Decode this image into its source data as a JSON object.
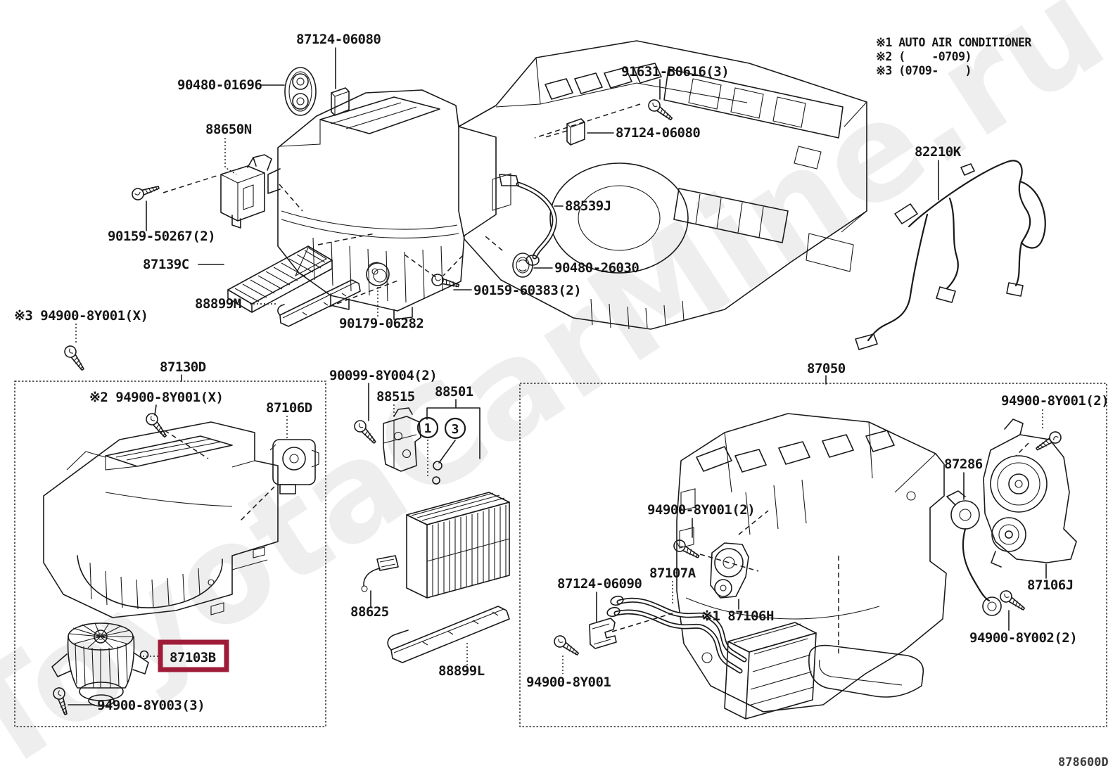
{
  "page": {
    "watermark": "ToyotaCarMine.ru",
    "drawing_number": "878600D",
    "highlight_color": "#9E1C38"
  },
  "legend": {
    "line1": "※1 AUTO AIR CONDITIONER",
    "line2": "※2 (    -0709)",
    "line3": "※3 (0709-    )"
  },
  "callouts": {
    "c1": "1",
    "c3": "3"
  },
  "parts": {
    "p87124_06080_a": "87124-06080",
    "p90480_01696": "90480-01696",
    "p88650N": "88650N",
    "p90159_50267": "90159-50267(2)",
    "p87139C": "87139C",
    "p88899M": "88899M",
    "p90179_06282": "90179-06282",
    "p91631_B0616": "91631-B0616(3)",
    "p87124_06080_b": "87124-06080",
    "p88539J": "88539J",
    "p90480_26030": "90480-26030",
    "p90159_60383": "90159-60383(2)",
    "p82210K": "82210K",
    "p94900_8Y001_X3": "※3 94900-8Y001(X)",
    "p87130D": "87130D",
    "p94900_8Y001_X2": "※2 94900-8Y001(X)",
    "p87106D": "87106D",
    "p90099_8Y004": "90099-8Y004(2)",
    "p88515": "88515",
    "p88501": "88501",
    "p88625": "88625",
    "p88899L": "88899L",
    "p87103B": "87103B",
    "p94900_8Y003": "94900-8Y003(3)",
    "p87050": "87050",
    "p94900_8Y001_2a": "94900-8Y001(2)",
    "p94900_8Y001_2b": "94900-8Y001(2)",
    "p87286": "87286",
    "p87107A": "87107A",
    "p87124_06090": "87124-06090",
    "p87106H": "※1 87106H",
    "p87106J": "87106J",
    "p94900_8Y002": "94900-8Y002(2)",
    "p94900_8Y001": "94900-8Y001"
  }
}
